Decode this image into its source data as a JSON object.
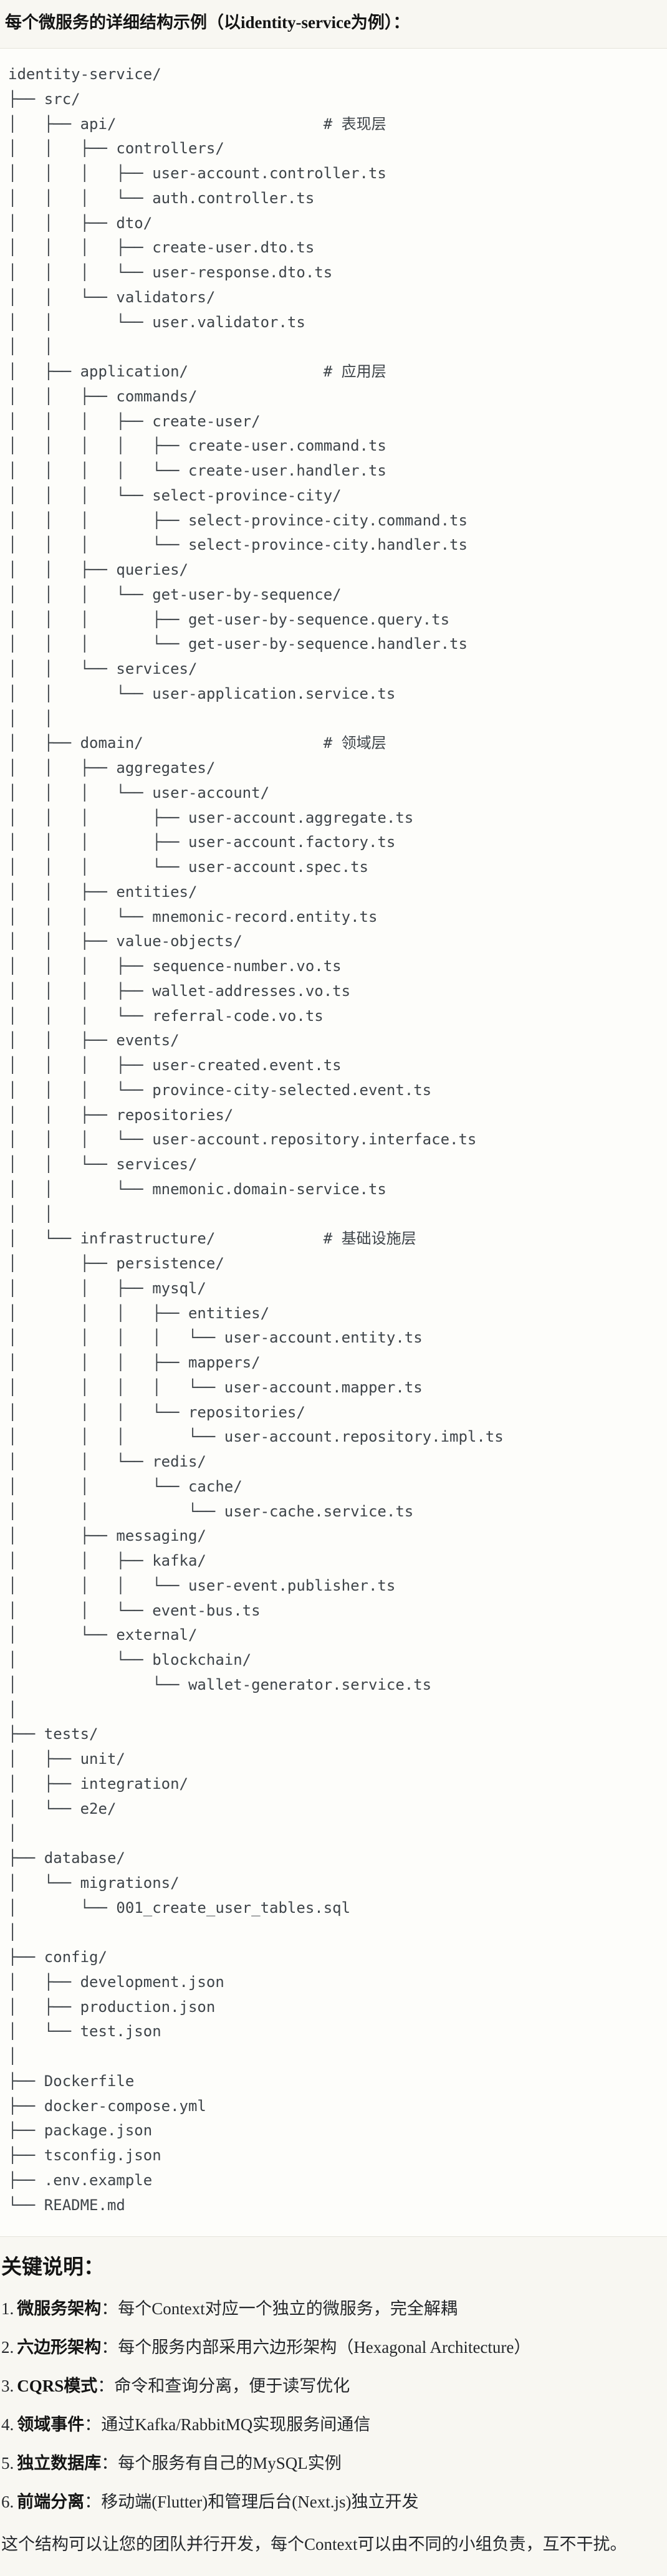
{
  "colors": {
    "page_bg": "#f8f7f2",
    "code_bg": "#fdfdfa",
    "border": "#e5e3dc",
    "code_text": "#3e4449",
    "text": "#24272b"
  },
  "header": {
    "title": "每个微服务的详细结构示例（以identity-service为例）："
  },
  "tree": {
    "lines": [
      "identity-service/",
      "├── src/",
      "│   ├── api/                       # 表现层",
      "│   │   ├── controllers/",
      "│   │   │   ├── user-account.controller.ts",
      "│   │   │   └── auth.controller.ts",
      "│   │   ├── dto/",
      "│   │   │   ├── create-user.dto.ts",
      "│   │   │   └── user-response.dto.ts",
      "│   │   └── validators/",
      "│   │       └── user.validator.ts",
      "│   │",
      "│   ├── application/               # 应用层",
      "│   │   ├── commands/",
      "│   │   │   ├── create-user/",
      "│   │   │   │   ├── create-user.command.ts",
      "│   │   │   │   └── create-user.handler.ts",
      "│   │   │   └── select-province-city/",
      "│   │   │       ├── select-province-city.command.ts",
      "│   │   │       └── select-province-city.handler.ts",
      "│   │   ├── queries/",
      "│   │   │   └── get-user-by-sequence/",
      "│   │   │       ├── get-user-by-sequence.query.ts",
      "│   │   │       └── get-user-by-sequence.handler.ts",
      "│   │   └── services/",
      "│   │       └── user-application.service.ts",
      "│   │",
      "│   ├── domain/                    # 领域层",
      "│   │   ├── aggregates/",
      "│   │   │   └── user-account/",
      "│   │   │       ├── user-account.aggregate.ts",
      "│   │   │       ├── user-account.factory.ts",
      "│   │   │       └── user-account.spec.ts",
      "│   │   ├── entities/",
      "│   │   │   └── mnemonic-record.entity.ts",
      "│   │   ├── value-objects/",
      "│   │   │   ├── sequence-number.vo.ts",
      "│   │   │   ├── wallet-addresses.vo.ts",
      "│   │   │   └── referral-code.vo.ts",
      "│   │   ├── events/",
      "│   │   │   ├── user-created.event.ts",
      "│   │   │   └── province-city-selected.event.ts",
      "│   │   ├── repositories/",
      "│   │   │   └── user-account.repository.interface.ts",
      "│   │   └── services/",
      "│   │       └── mnemonic.domain-service.ts",
      "│   │",
      "│   └── infrastructure/            # 基础设施层",
      "│       ├── persistence/",
      "│       │   ├── mysql/",
      "│       │   │   ├── entities/",
      "│       │   │   │   └── user-account.entity.ts",
      "│       │   │   ├── mappers/",
      "│       │   │   │   └── user-account.mapper.ts",
      "│       │   │   └── repositories/",
      "│       │   │       └── user-account.repository.impl.ts",
      "│       │   └── redis/",
      "│       │       └── cache/",
      "│       │           └── user-cache.service.ts",
      "│       ├── messaging/",
      "│       │   ├── kafka/",
      "│       │   │   └── user-event.publisher.ts",
      "│       │   └── event-bus.ts",
      "│       └── external/",
      "│           └── blockchain/",
      "│               └── wallet-generator.service.ts",
      "│",
      "├── tests/",
      "│   ├── unit/",
      "│   ├── integration/",
      "│   └── e2e/",
      "│",
      "├── database/",
      "│   └── migrations/",
      "│       └── 001_create_user_tables.sql",
      "│",
      "├── config/",
      "│   ├── development.json",
      "│   ├── production.json",
      "│   └── test.json",
      "│",
      "├── Dockerfile",
      "├── docker-compose.yml",
      "├── package.json",
      "├── tsconfig.json",
      "├── .env.example",
      "└── README.md"
    ]
  },
  "notes": {
    "heading": "关键说明：",
    "items": [
      {
        "num": "1.",
        "label": "微服务架构",
        "text": "：每个Context对应一个独立的微服务，完全解耦"
      },
      {
        "num": "2.",
        "label": "六边形架构",
        "text": "：每个服务内部采用六边形架构（Hexagonal Architecture）"
      },
      {
        "num": "3.",
        "label": "CQRS模式",
        "text": "：命令和查询分离，便于读写优化"
      },
      {
        "num": "4.",
        "label": "领域事件",
        "text": "：通过Kafka/RabbitMQ实现服务间通信"
      },
      {
        "num": "5.",
        "label": "独立数据库",
        "text": "：每个服务有自己的MySQL实例"
      },
      {
        "num": "6.",
        "label": "前端分离",
        "text": "：移动端(Flutter)和管理后台(Next.js)独立开发"
      }
    ],
    "footer": "这个结构可以让您的团队并行开发，每个Context可以由不同的小组负责，互不干扰。"
  }
}
